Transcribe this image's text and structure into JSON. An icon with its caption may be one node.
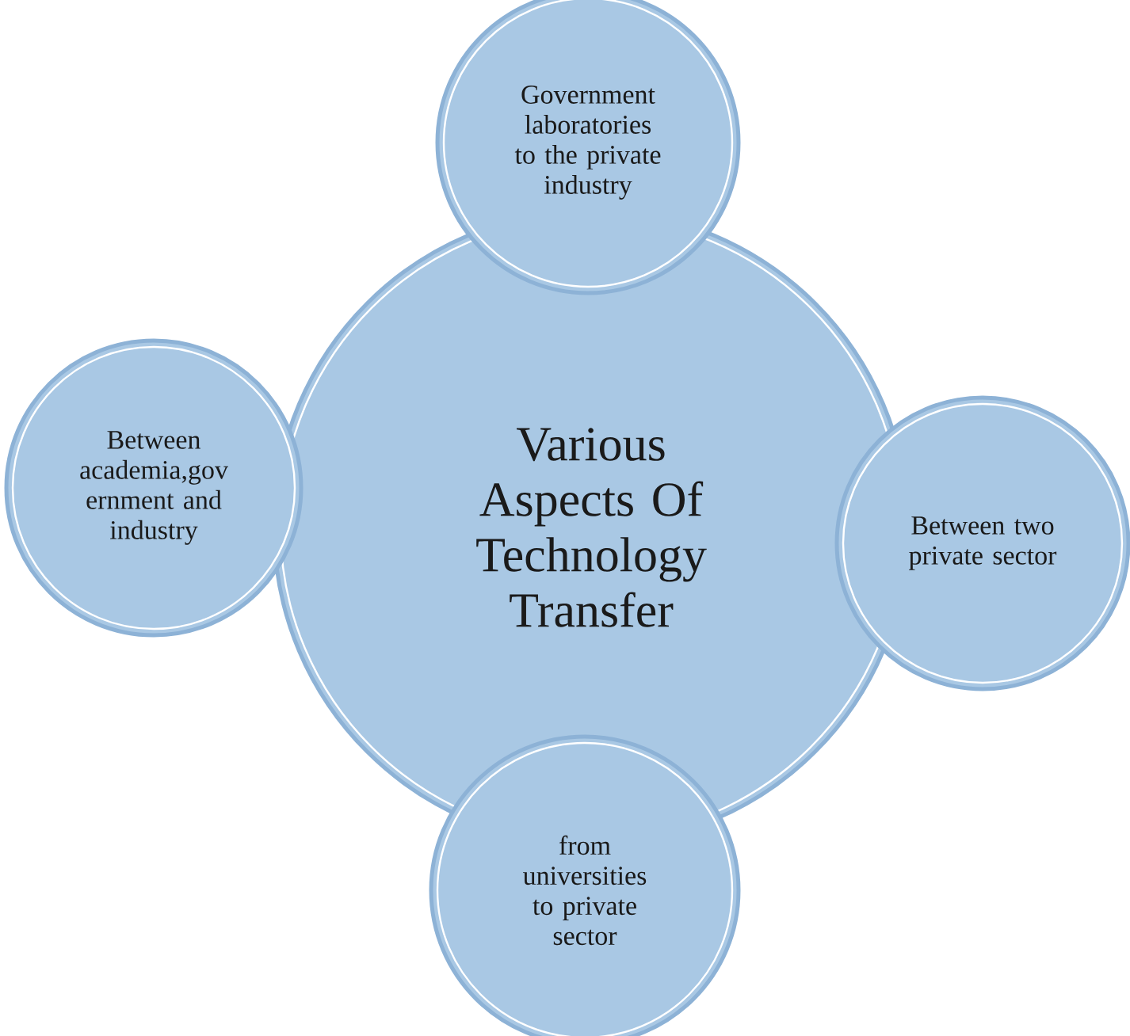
{
  "diagram": {
    "nodes": [
      {
        "text": [
          "Government laboratories to the private industry"
        ]
      },
      {
        "text": [
          "Between academia,gov ernment and industry"
        ]
      },
      {
        "text": [
          "Various Aspects Of Technology Transfer"
        ]
      },
      {
        "text": [
          "Between two private sector"
        ]
      },
      {
        "text": [
          "from universities to private sector"
        ]
      }
    ]
  }
}
